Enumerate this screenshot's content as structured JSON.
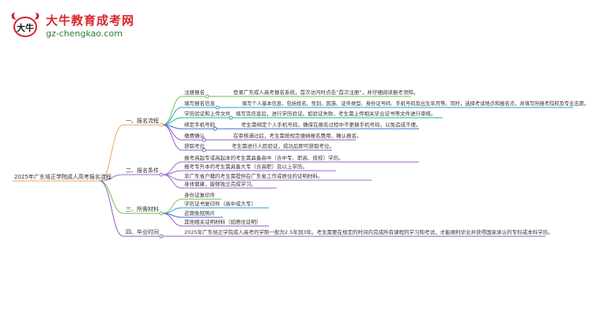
{
  "header": {
    "site_name": "大牛教育成考网",
    "site_url": "gz-chengkao.com",
    "logo_text": "大牛"
  },
  "mindmap": {
    "root": "2025年广东培正学院成人高考报名流程",
    "branches": [
      {
        "label": "一、报名流程",
        "color": "#f0a35e",
        "children": [
          {
            "label": "注册报名",
            "detail": "登录广东成人高考报名系统，首次访问时点击“首次注册”，并仔细阅读报考须知。",
            "color": "#6cc24a"
          },
          {
            "label": "填写报名信息",
            "detail": "填写个人基本信息，包括姓名、性别、民族、证件类型、身份证号码、手机号码及出生年月等。同时，选择考试地点和报名点，并填写所报考院校及专业志愿。",
            "color": "#2e9ed6"
          },
          {
            "label": "学历验证和上传文件",
            "detail": "填写完信息后，进行学历验证。如验证失败，考生需上传相关毕业证书等文件进行审核。",
            "color": "#19b5a5"
          },
          {
            "label": "绑定手机号码",
            "detail": "考生需绑定个人手机号码，确保在报名过程中不更换手机号码，以免造成不便。",
            "color": "#3a6fc8"
          },
          {
            "label": "缴费确认",
            "detail": "在审核通过后，考生需按规定缴纳报名费用，确认报名。",
            "color": "#8e5cc9"
          },
          {
            "label": "获取考位",
            "detail": "考生需进行人脸验证，成功后即可获取考位。",
            "color": "#8e5cc9"
          }
        ]
      },
      {
        "label": "二、报名条件",
        "color": "#9b67c4",
        "children": [
          {
            "label": "报考高起专或高起本的考生需具备高中（含中专、职高、技校）学历。",
            "color": "#9b67c4"
          },
          {
            "label": "报考专升本的考生需具备大专（含高职）及以上学历。",
            "color": "#9b67c4"
          },
          {
            "label": "非广东省户籍的考生需提供在广东省工作或居住的证明材料。",
            "color": "#9b67c4"
          },
          {
            "label": "身体健康，能够独立完成学习。",
            "color": "#9b67c4"
          }
        ]
      },
      {
        "label": "三、所需材料",
        "color": "#6cc24a",
        "children": [
          {
            "label": "身份证复印件",
            "color": "#6cc24a"
          },
          {
            "label": "学历证书复印件（高中或大专）",
            "color": "#2e9ed6"
          },
          {
            "label": "近期免冠照片",
            "color": "#3a6fc8"
          },
          {
            "label": "其他相关证明材料（如居住证明）",
            "color": "#8e5cc9"
          }
        ]
      },
      {
        "label": "四、毕业时间",
        "color": "#8e5cc9",
        "children": [
          {
            "label": "2025年广东培正学院成人高考的学制一般为2.5年到3年。考生需要在规定的时间内完成所有课程的学习和考试，才能顺利毕业并获得国家承认的专科或本科学历。",
            "color": "#8e5cc9"
          }
        ]
      }
    ]
  }
}
